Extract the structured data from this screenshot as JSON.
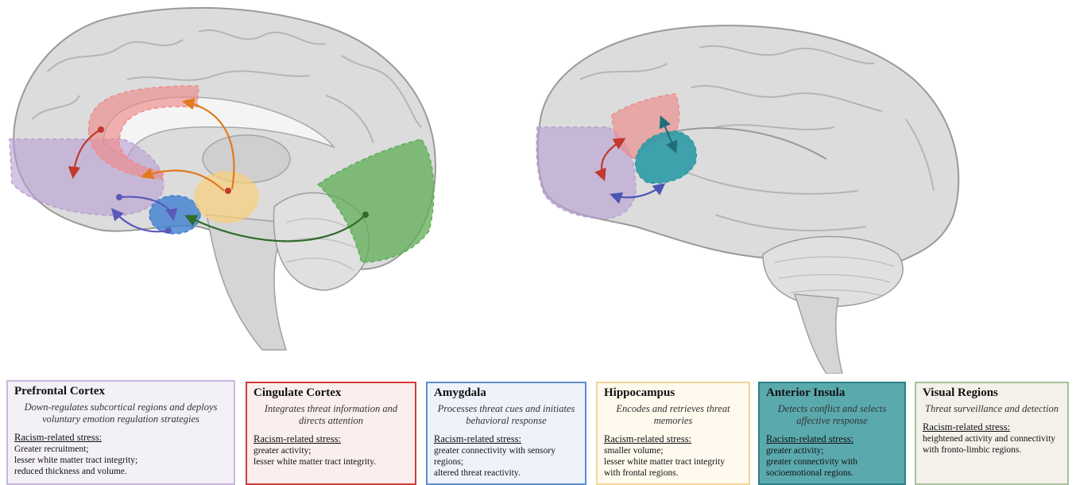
{
  "regions": [
    {
      "key": "prefrontal",
      "title": "Prefrontal Cortex",
      "description": "Down-regulates subcortical regions and deploys voluntary emotion regulation strategies",
      "stress_label": "Racism-related stress:",
      "findings": [
        "Greater recruitment;",
        "lesser white matter tract integrity;",
        "reduced thickness and volume."
      ],
      "border": "#c9b6dc",
      "fill": "#f4f0f8",
      "region_color": "#b79fd2"
    },
    {
      "key": "cingulate",
      "title": "Cingulate Cortex",
      "description": "Integrates threat information and directs attention",
      "stress_label": "Racism-related stress:",
      "findings": [
        "greater activity;",
        "lesser white matter tract integrity."
      ],
      "border": "#d23a3a",
      "fill": "#fbeeee",
      "region_color": "#ee8a8a"
    },
    {
      "key": "amygdala",
      "title": "Amygdala",
      "description": "Processes threat cues and initiates behavioral response",
      "stress_label": "Racism-related stress:",
      "findings": [
        "greater connectivity with sensory regions;",
        "altered threat reactivity."
      ],
      "border": "#5b8fd0",
      "fill": "#eef3fb",
      "region_color": "#3f7fd0"
    },
    {
      "key": "hippocampus",
      "title": "Hippocampus",
      "description": "Encodes and retrieves threat memories",
      "stress_label": "Racism-related stress:",
      "findings": [
        "smaller volume;",
        "lesser white matter tract integrity with frontal regions."
      ],
      "border": "#f3d49a",
      "fill": "#fff9ee",
      "region_color": "#f9cf7a"
    },
    {
      "key": "insula",
      "title": "Anterior Insula",
      "description": "Detects conflict and selects affective response",
      "stress_label": "Racism-related stress:",
      "findings": [
        "greater activity;",
        "greater connectivity with socioemotional regions."
      ],
      "border": "#2f7f86",
      "fill": "#5aa9ad",
      "region_color": "#2e9aa6"
    },
    {
      "key": "visual",
      "title": "Visual Regions",
      "description": "Threat surveillance and detection",
      "stress_label": "Racism-related stress:",
      "findings": [
        "heightened activity and connectivity with fronto-limbic regions."
      ],
      "border": "#a8c29a",
      "fill": "#f3f1ea",
      "region_color": "#5fae57"
    }
  ],
  "arrow_colors": {
    "cingulate": "#c0392b",
    "hippocampus": "#e07a1f",
    "amygdala": "#5a58b8",
    "visual": "#2f6b2a",
    "insula": "#1f6f78"
  }
}
